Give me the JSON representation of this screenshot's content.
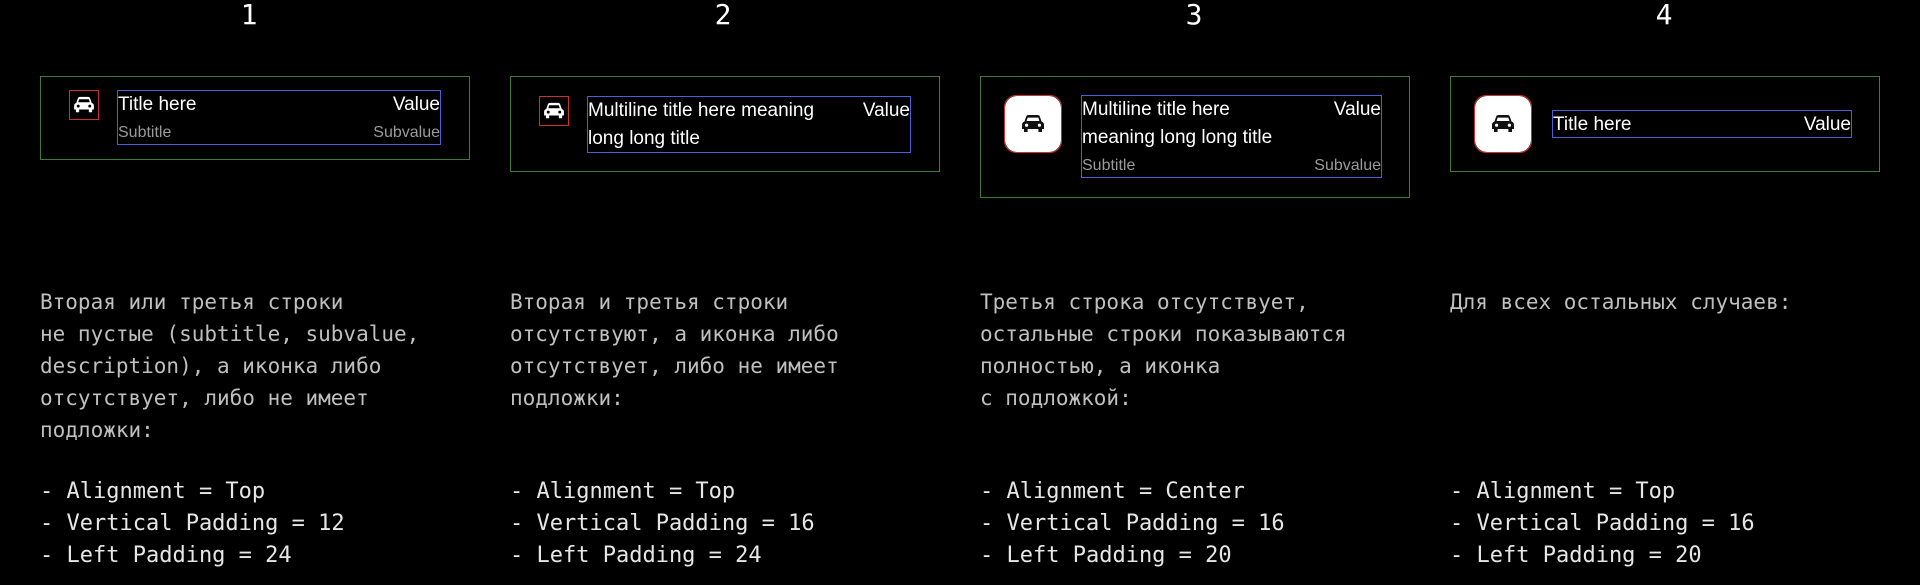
{
  "columns": [
    {
      "number": "1",
      "card": {
        "title_lines": [
          "Title here"
        ],
        "value": "Value",
        "subtitle": "Subtitle",
        "subvalue": "Subvalue",
        "icon": "car-icon",
        "icon_plate": false
      },
      "description": [
        "Вторая или третья строки",
        "не пустые (subtitle, subvalue,",
        "description), а иконка либо",
        "отсутствует, либо не имеет",
        "подложки:"
      ],
      "rules": [
        "- Alignment = Top",
        "- Vertical Padding = 12",
        "- Left Padding = 24"
      ]
    },
    {
      "number": "2",
      "card": {
        "title_lines": [
          "Multiline title here meaning",
          "long long title"
        ],
        "value": "Value",
        "icon": "car-icon",
        "icon_plate": false
      },
      "description": [
        "Вторая и третья строки",
        "отсутствуют, а иконка либо",
        "отсутствует, либо не имеет",
        "подложки:"
      ],
      "rules": [
        "- Alignment = Top",
        "- Vertical Padding = 16",
        "- Left Padding = 24"
      ]
    },
    {
      "number": "3",
      "card": {
        "title_lines": [
          "Multiline title here",
          "meaning long long title"
        ],
        "value": "Value",
        "subtitle": "Subtitle",
        "subvalue": "Subvalue",
        "icon": "car-icon",
        "icon_plate": true
      },
      "description": [
        "Третья строка отсутствует,",
        "остальные строки показываются",
        "полностью, а иконка",
        "с подложкой:"
      ],
      "rules": [
        "- Alignment = Center",
        "- Vertical Padding = 16",
        "- Left Padding = 20"
      ]
    },
    {
      "number": "4",
      "card": {
        "title_lines": [
          "Title here"
        ],
        "value": "Value",
        "icon": "car-icon",
        "icon_plate": true
      },
      "description": [
        "Для всех остальных случаев:"
      ],
      "rules": [
        "- Alignment = Top",
        "- Vertical Padding = 16",
        "- Left Padding = 20"
      ]
    }
  ],
  "colors": {
    "background": "#000000",
    "card_border": "#3f7a3b",
    "icon_border": "#d0302a",
    "text_border": "#4b5fd6",
    "subtitle": "#9a9a9a"
  }
}
